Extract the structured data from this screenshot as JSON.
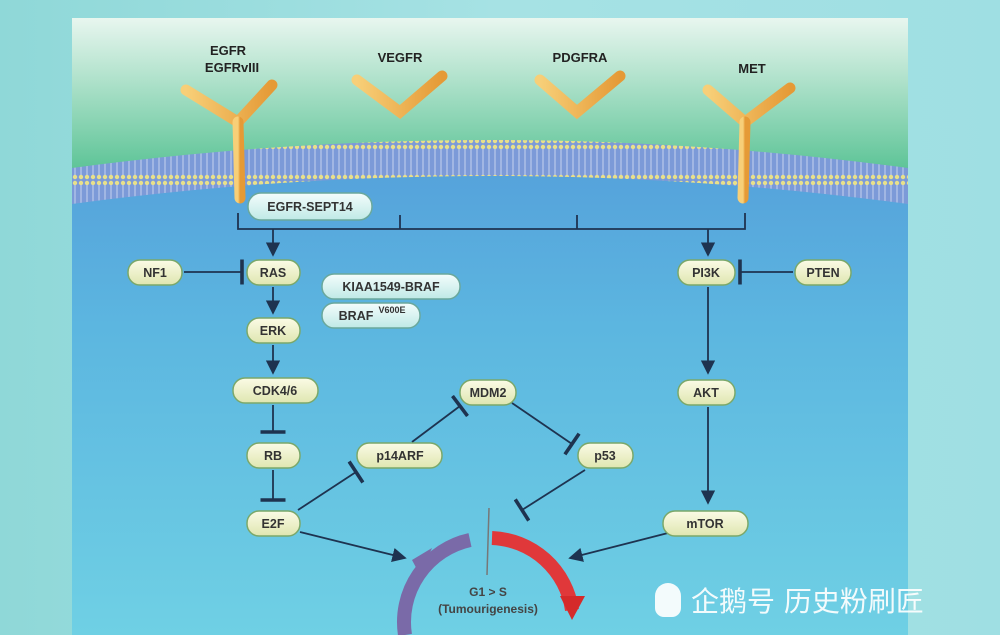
{
  "receptors": {
    "egfr": "EGFR",
    "egfrviii": "EGFRvIII",
    "vegfr": "VEGFR",
    "pdgfra": "PDGFRA",
    "met": "MET"
  },
  "fusions": {
    "egfr_sept14": "EGFR-SEPT14",
    "kiaa_braf": "KIAA1549-BRAF",
    "braf": "BRAF",
    "braf_mut": "V600E"
  },
  "nodes": {
    "nf1": "NF1",
    "ras": "RAS",
    "erk": "ERK",
    "cdk": "CDK4/6",
    "rb": "RB",
    "e2f": "E2F",
    "mdm2": "MDM2",
    "p14arf": "p14ARF",
    "p53": "p53",
    "pi3k": "PI3K",
    "pten": "PTEN",
    "akt": "AKT",
    "mtor": "mTOR"
  },
  "cell_cycle": {
    "phase": "G1 > S",
    "outcome": "(Tumourigenesis)"
  },
  "watermark": "企鹅号 历史粉刷匠",
  "colors": {
    "node_fill": "#eef0c8",
    "node_border": "#7aa86a",
    "fusion_fill": "#d8f3f0",
    "receptor": "#f0b24a",
    "cytoplasm": "#5aa8dc"
  }
}
